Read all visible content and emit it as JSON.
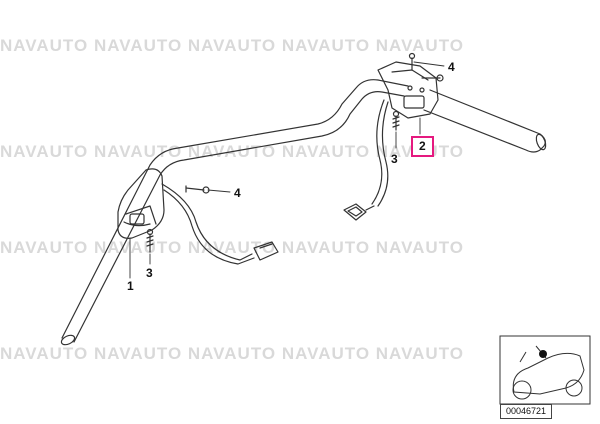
{
  "watermark": {
    "text": "NAVAUTO NAVAUTO NAVAUTO NAVAUTO NAVAUTO"
  },
  "callouts": [
    {
      "id": "c1",
      "label": "1"
    },
    {
      "id": "c2",
      "label": "2",
      "highlight": "#e5197f"
    },
    {
      "id": "c3a",
      "label": "3"
    },
    {
      "id": "c3b",
      "label": "3"
    },
    {
      "id": "c4a",
      "label": "4"
    },
    {
      "id": "c4b",
      "label": "4"
    }
  ],
  "reference": {
    "number": "00046721"
  },
  "colors": {
    "line": "#333333",
    "highlight": "#e5197f",
    "watermark": "#d9d9d9"
  }
}
